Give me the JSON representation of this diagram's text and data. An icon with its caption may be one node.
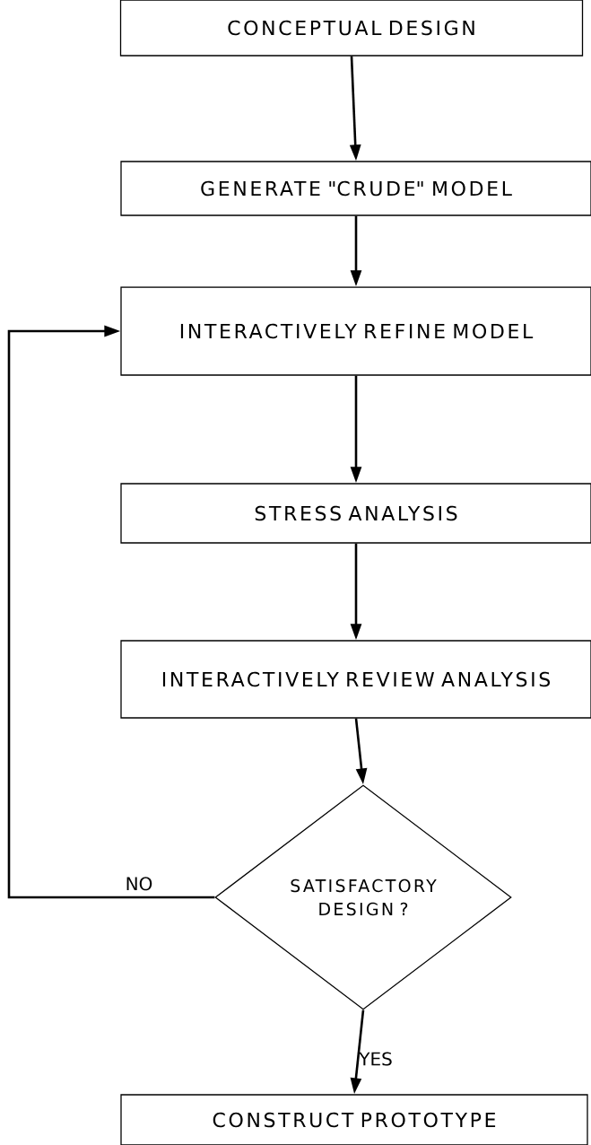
{
  "diagram": {
    "nodes": [
      {
        "text": [
          "CONCEPTUAL DESIGN"
        ]
      },
      {
        "text": [
          "GENERATE \"CRUDE\" MODEL"
        ]
      },
      {
        "text": [
          "INTERACTIVELY REFINE MODEL"
        ]
      },
      {
        "text": [
          "STRESS ANALYSIS"
        ]
      },
      {
        "text": [
          "INTERACTIVELY REVIEW ANALYSIS"
        ]
      },
      {
        "text": [
          "SATISFACTORY DESIGN ?"
        ]
      },
      {
        "text": [
          "CONSTRUCT PROTOTYPE"
        ]
      }
    ],
    "edges": [
      {
        "from": 0,
        "to": 1,
        "arrow": "to"
      },
      {
        "from": 1,
        "to": 2,
        "arrow": "to"
      },
      {
        "from": 2,
        "to": 3,
        "arrow": "to"
      },
      {
        "from": 3,
        "to": 4,
        "arrow": "to"
      },
      {
        "from": 4,
        "to": 5,
        "arrow": "to"
      },
      {
        "from": 5,
        "to": 6,
        "arrow": "to",
        "label": "YES"
      },
      {
        "from": 5,
        "to": 2,
        "arrow": "to",
        "label": "NO"
      }
    ]
  }
}
